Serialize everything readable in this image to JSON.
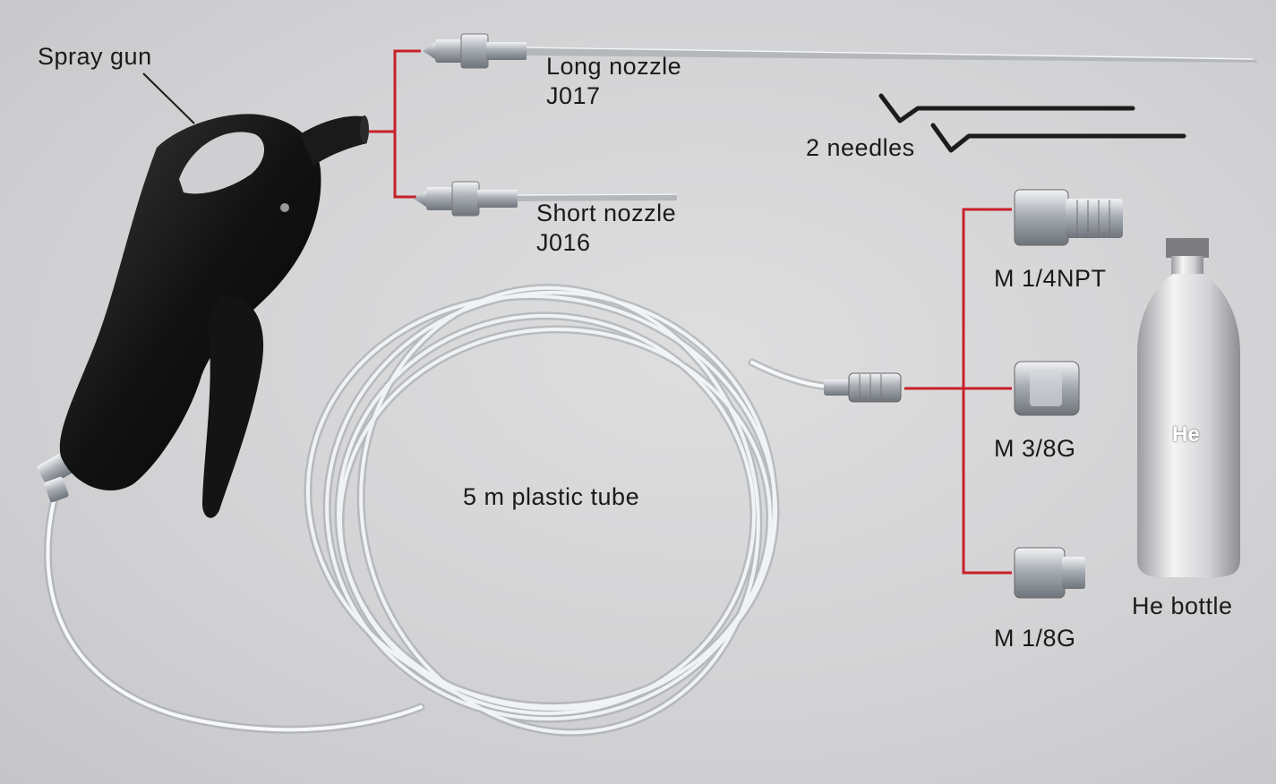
{
  "labels": {
    "spray_gun": "Spray gun",
    "long_nozzle_name": "Long nozzle",
    "long_nozzle_code": "J017",
    "needles": "2 needles",
    "short_nozzle_name": "Short nozzle",
    "short_nozzle_code": "J016",
    "adapter_1": "M 1/4NPT",
    "adapter_2": "M 3/8G",
    "adapter_3": "M 1/8G",
    "tube": "5 m plastic tube",
    "bottle_mark": "He",
    "bottle": "He bottle"
  },
  "colors": {
    "connector_line": "#c8202a",
    "gun_body": "#151515",
    "tube": "#f2f4f6",
    "metal": "#b8bcc2",
    "needle": "#1c1c1c",
    "bottle": "#e8e8e8"
  }
}
